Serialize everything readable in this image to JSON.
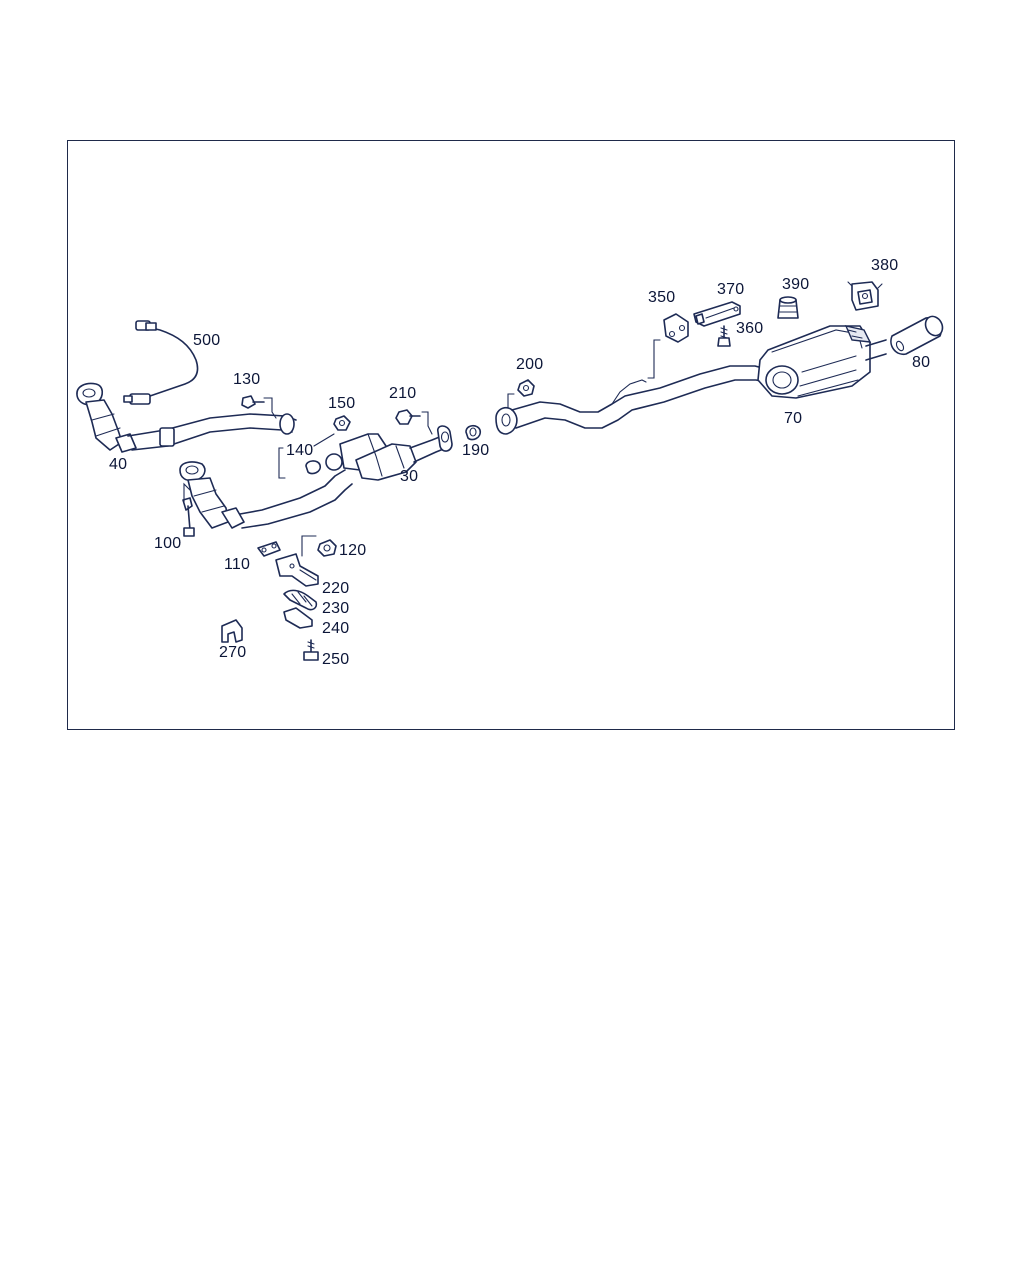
{
  "parts": {
    "p30": "30",
    "p40": "40",
    "p70": "70",
    "p80": "80",
    "p100": "100",
    "p110": "110",
    "p120": "120",
    "p130": "130",
    "p140": "140",
    "p150": "150",
    "p190": "190",
    "p200": "200",
    "p210": "210",
    "p220": "220",
    "p230": "230",
    "p240": "240",
    "p250": "250",
    "p270": "270",
    "p350": "350",
    "p360": "360",
    "p370": "370",
    "p380": "380",
    "p390": "390",
    "p500": "500"
  },
  "colors": {
    "line": "#1e2b55",
    "label": "#0c1638",
    "frame": "#1f2a4a"
  }
}
